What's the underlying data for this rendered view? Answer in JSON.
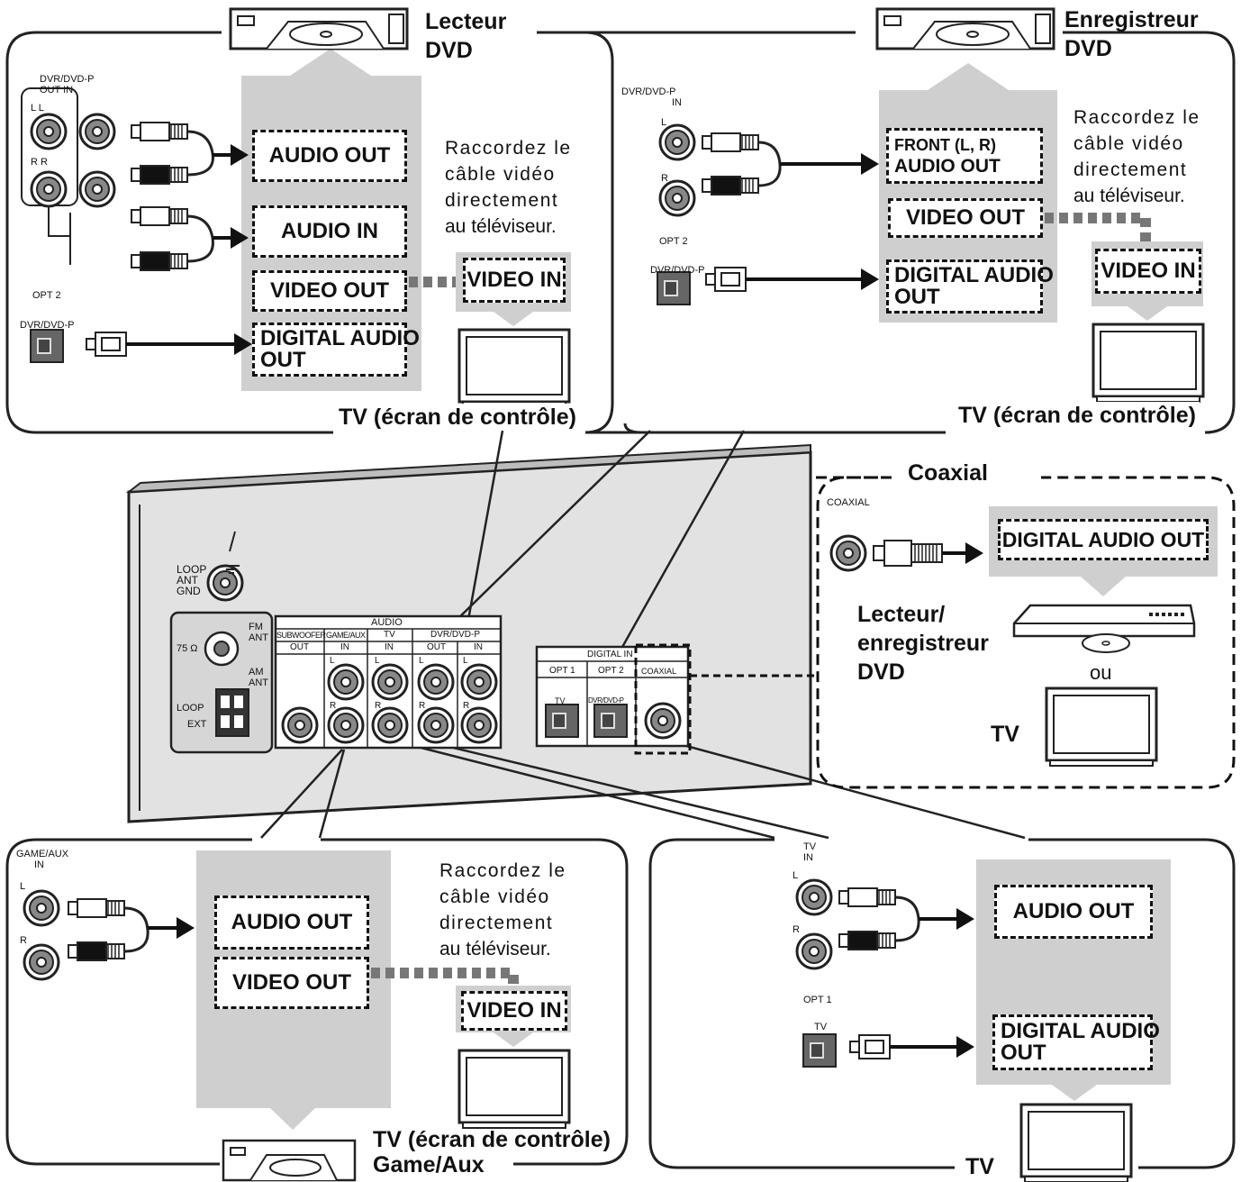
{
  "top_left": {
    "device_label": [
      "Lecteur",
      "DVD"
    ],
    "jack_header": [
      "DVR/DVD-P",
      "OUT  IN"
    ],
    "jack_letters": [
      "L  L",
      "R  R"
    ],
    "optical_label": "OPT 2",
    "optical_jack_label": "DVR/DVD-P",
    "boxes": [
      "AUDIO OUT",
      "AUDIO IN",
      "VIDEO OUT"
    ],
    "digital_box": [
      "DIGITAL AUDIO",
      "OUT"
    ],
    "video_in": "VIDEO IN",
    "hint": [
      "Raccordez le",
      "câble vidéo",
      "directement",
      "au téléviseur."
    ],
    "tv_label": "TV (écran de contrôle)"
  },
  "top_right": {
    "device_label": [
      "Enregistreur",
      "DVD"
    ],
    "jack_header": [
      "DVR/DVD-P",
      "IN"
    ],
    "jack_letters": [
      "L",
      "R"
    ],
    "optical_label": "OPT 2",
    "optical_jack_label": "DVR/DVD-P",
    "front_box": [
      "FRONT (L, R)",
      "AUDIO OUT"
    ],
    "video_out": "VIDEO OUT",
    "digital_box": [
      "DIGITAL AUDIO",
      "OUT"
    ],
    "video_in": "VIDEO IN",
    "hint": [
      "Raccordez le",
      "câble vidéo",
      "directement",
      "au téléviseur."
    ],
    "tv_label": "TV (écran de contrôle)"
  },
  "receiver": {
    "loop_ant_gnd": [
      "LOOP",
      "ANT",
      "GND"
    ],
    "fm_ant": [
      "FM",
      "ANT"
    ],
    "ohm_label": "75 Ω",
    "am_ant": [
      "AM",
      "ANT"
    ],
    "loop": "LOOP",
    "ext": "EXT",
    "audio_header": "AUDIO",
    "columns": [
      "SUBWOOFER",
      "GAME/AUX",
      "TV",
      "DVR/DVD-P"
    ],
    "sub_columns": [
      "OUT",
      "IN",
      "IN",
      "OUT",
      "IN"
    ],
    "digital_in": "DIGITAL IN",
    "opt1": "OPT 1",
    "opt2": "OPT 2",
    "coaxial": "COAXIAL",
    "tv_small": "TV",
    "dvr_small": "DVR/DVD-P",
    "L": "L",
    "R": "R"
  },
  "coaxial_panel": {
    "title": "Coaxial",
    "jack_label": "COAXIAL",
    "box": "DIGITAL AUDIO OUT",
    "device_label": [
      "Lecteur/",
      "enregistreur",
      "DVD"
    ],
    "or": "ou",
    "tv": "TV"
  },
  "bottom_left": {
    "jack_header": [
      "GAME/AUX",
      "IN"
    ],
    "boxes": [
      "AUDIO OUT",
      "VIDEO OUT"
    ],
    "video_in": "VIDEO IN",
    "hint": [
      "Raccordez le",
      "câble vidéo",
      "directement",
      "au téléviseur."
    ],
    "tv_label": "TV (écran de contrôle)",
    "device_label": "Game/Aux"
  },
  "bottom_right": {
    "jack_header": [
      "TV",
      "IN"
    ],
    "optical_label": "OPT 1",
    "optical_jack_label": "TV",
    "audio_out": "AUDIO OUT",
    "digital_box": [
      "DIGITAL AUDIO",
      "OUT"
    ],
    "tv_label": "TV"
  }
}
